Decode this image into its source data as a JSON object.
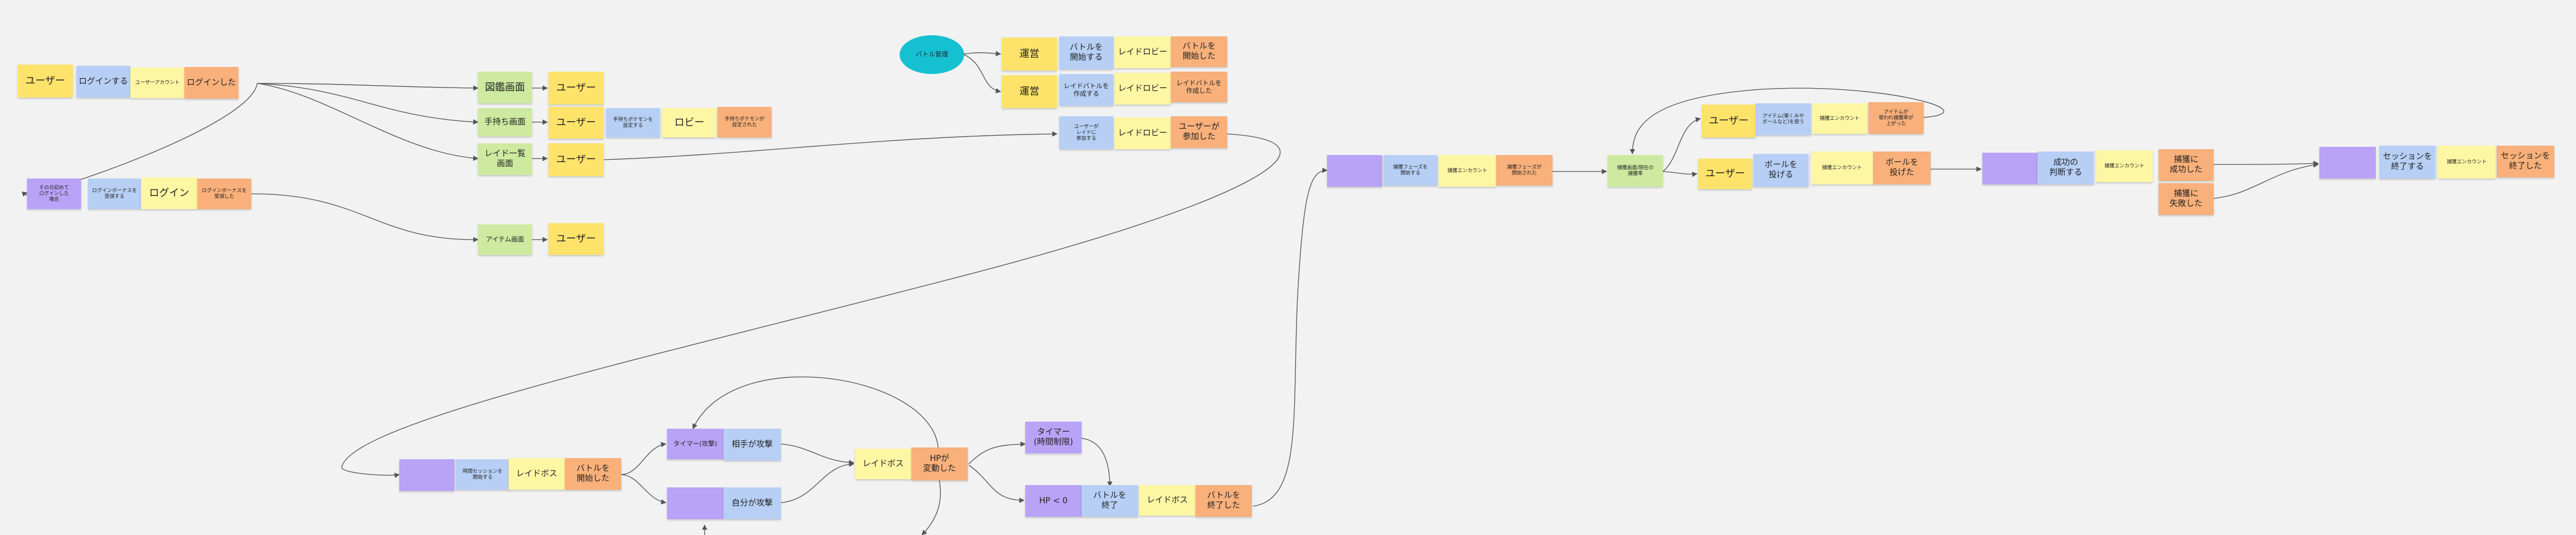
{
  "notes": {
    "user_1": "ユーザー",
    "login_do": "ログインする",
    "user_account_1": "ユーザーアカウント",
    "login_done": "ログインした",
    "first_login_case": "その日初めて\nログインした\n場合",
    "login_bonus_grant": "ログインボーナスを\n受領する",
    "login_center": "ログイン",
    "login_bonus_granted": "ログインボーナスを\n受領した",
    "zukan_screen": "図鑑画面",
    "user_zukan": "ユーザー",
    "tefuda_screen": "手持ち画面",
    "user_tefuda": "ユーザー",
    "tefuda_set": "手持ちポケモンを\n設定する",
    "lobby": "ロビー",
    "tefuda_set_done": "手持ちポケモンが\n設定された",
    "raid_list_screen": "レイド一覧\n画面",
    "user_raid": "ユーザー",
    "item_screen": "アイテム画面",
    "user_item": "ユーザー",
    "battle_manage": "バトル管理",
    "unei_1": "運営",
    "battle_start_do": "バトルを\n開始する",
    "raid_lobby_1": "レイドロビー",
    "battle_started_top": "バトルを\n開始した",
    "unei_2": "運営",
    "raid_battle_create": "レイドバトルを\n作成する",
    "raid_lobby_2": "レイドロビー",
    "raid_battle_created": "レイドバトルを\n作成した",
    "user_join_do": "ユーザーが\nレイドに\n参加する",
    "raid_lobby_3": "レイドロビー",
    "user_joined": "ユーザーが\n参加した",
    "capture_purple": "",
    "capture_phase_start": "捕獲フェーズを\n開始する",
    "capture_encount_1": "捕獲エンカウント",
    "capture_phase_started": "捕獲フェーズが\n開始された",
    "capture_rate": "捕獲画面/現在の\n捕獲率",
    "user_item_use": "ユーザー",
    "item_use_do": "アイテム(果くみや\nボールなど)を使う",
    "capture_encount_2": "捕獲エンカウント",
    "item_used": "アイテムが\n使われ捕獲率が\n上がった",
    "user_ball": "ユーザー",
    "ball_throw": "ボールを\n投げる",
    "capture_encount_3": "捕獲エンカウント",
    "ball_thrown": "ボールを\n投げた",
    "success_purple": "",
    "success_judge": "成功の\n判断する",
    "capture_encount_4": "捕獲エンカウント",
    "capture_success": "捕獲に\n成功した",
    "capture_fail": "捕獲に\n失敗した",
    "session_purple": "",
    "session_end_do": "セッションを\n終了する",
    "capture_encount_5": "捕獲エンカウント",
    "session_ended": "セッションを\n終了した",
    "timed_purple": "",
    "timed_session_start": "時間セッションを\n開始する",
    "raid_boss_1": "レイドボス",
    "battle_started_bottom": "バトルを\n開始した",
    "timer_attack": "タイマー(攻撃)",
    "opponent_attack": "相手が攻撃",
    "self_purple": "",
    "self_attack": "自分が攻撃",
    "raid_boss_2": "レイドボス",
    "hp_changed": "HPが\n変動した",
    "timer_limit": "タイマー\n(時間制限)",
    "hp_zero": "HP < 0",
    "battle_end_do": "バトルを\n終了",
    "raid_boss_3": "レイドボス",
    "battle_ended": "バトルを\n終了した"
  },
  "colors": {
    "background": "#f2f2f2",
    "yellow": "#fde36a",
    "light_yellow": "#fdf6a3",
    "blue": "#b7cff5",
    "orange": "#f9b07a",
    "purple": "#b9a3f7",
    "green": "#cdeaa0",
    "ellipse": "#15c1d0",
    "connector": "#555555"
  }
}
